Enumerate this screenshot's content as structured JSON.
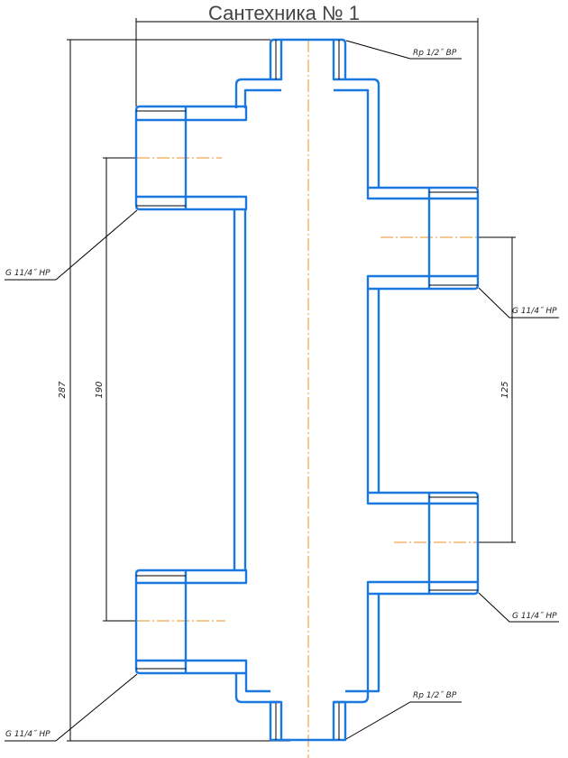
{
  "title": "Сантехника № 1",
  "dimensions": {
    "overall_height": "287",
    "left_spacing": "190",
    "right_spacing": "125"
  },
  "callouts": {
    "top_port": "Rp 1/2˝ ВР",
    "bottom_port": "Rp 1/2˝ ВР",
    "left_upper": "G 11/4˝ НР",
    "left_lower": "G 11/4˝ НР",
    "right_upper": "G 11/4˝ НР",
    "right_lower": "G 11/4˝ НР"
  },
  "colors": {
    "outline": "#1a78e0",
    "centerline": "#e8901c",
    "dimension": "#000000"
  }
}
